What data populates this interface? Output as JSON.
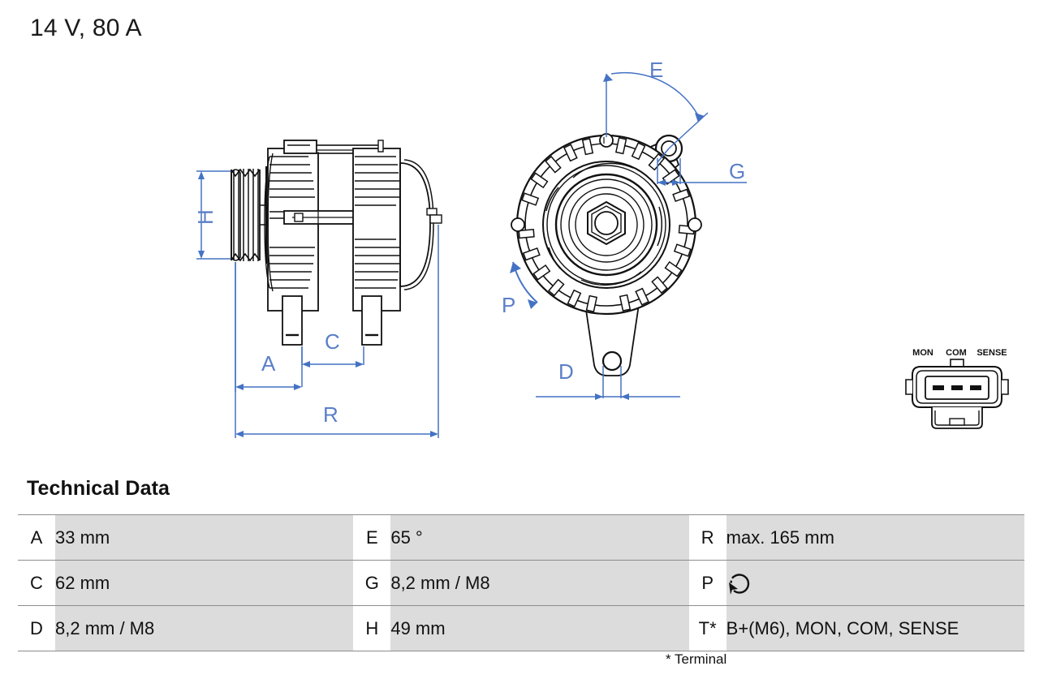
{
  "title": "14 V, 80 A",
  "tech": {
    "heading": "Technical Data",
    "footnote": "* Terminal",
    "rows": [
      {
        "k1": "A",
        "v1": "33 mm",
        "k2": "E",
        "v2": "65 °",
        "k3": "R",
        "v3": "max. 165 mm"
      },
      {
        "k1": "C",
        "v1": "62 mm",
        "k2": "G",
        "v2": "8,2 mm / M8",
        "k3": "P",
        "v3": ""
      },
      {
        "k1": "D",
        "v1": "8,2 mm / M8",
        "k2": "H",
        "v2": "49 mm",
        "k3": "T*",
        "v3": "B+(M6), MON, COM, SENSE"
      }
    ]
  },
  "diagram": {
    "side_view": {
      "name": "alternator-side-view",
      "dimension_labels": [
        "H",
        "A",
        "C",
        "R"
      ]
    },
    "front_view": {
      "name": "alternator-front-view",
      "dimension_labels": [
        "E",
        "G",
        "P",
        "D"
      ]
    },
    "connector": {
      "name": "plug-connector",
      "pin_labels": [
        "MON",
        "COM",
        "SENSE"
      ],
      "pin_count": 3
    }
  },
  "colors": {
    "dimension_blue": "#4472c4",
    "line_black": "#111111",
    "table_value_bg": "#dcdcdc",
    "table_border": "#8d8d8d",
    "page_bg": "#ffffff"
  }
}
